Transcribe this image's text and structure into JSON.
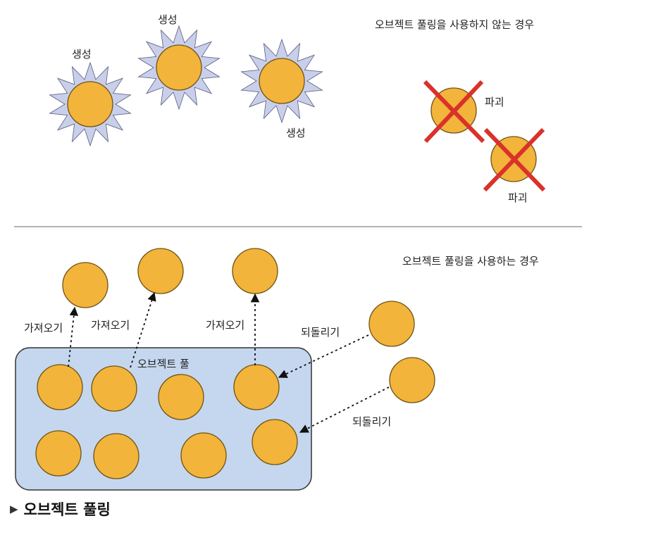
{
  "colors": {
    "ball_fill": "#F2B43A",
    "ball_stroke": "#6E5316",
    "spike_fill": "#C9CFEB",
    "pool_fill": "#C5D7EE",
    "cross": "#D9322A",
    "divider": "#9A9A9A"
  },
  "top": {
    "title": "오브젝트 풀링을 사용하지 않는 경우",
    "create_label": "생성",
    "destroy_label": "파괴"
  },
  "bottom": {
    "title": "오브젝트 풀링을 사용하는 경우",
    "pool_label": "오브젝트 풀",
    "get_label": "가져오기",
    "return_label": "되돌리기"
  },
  "caption": {
    "marker": "▶",
    "text": "오브젝트 풀링"
  }
}
